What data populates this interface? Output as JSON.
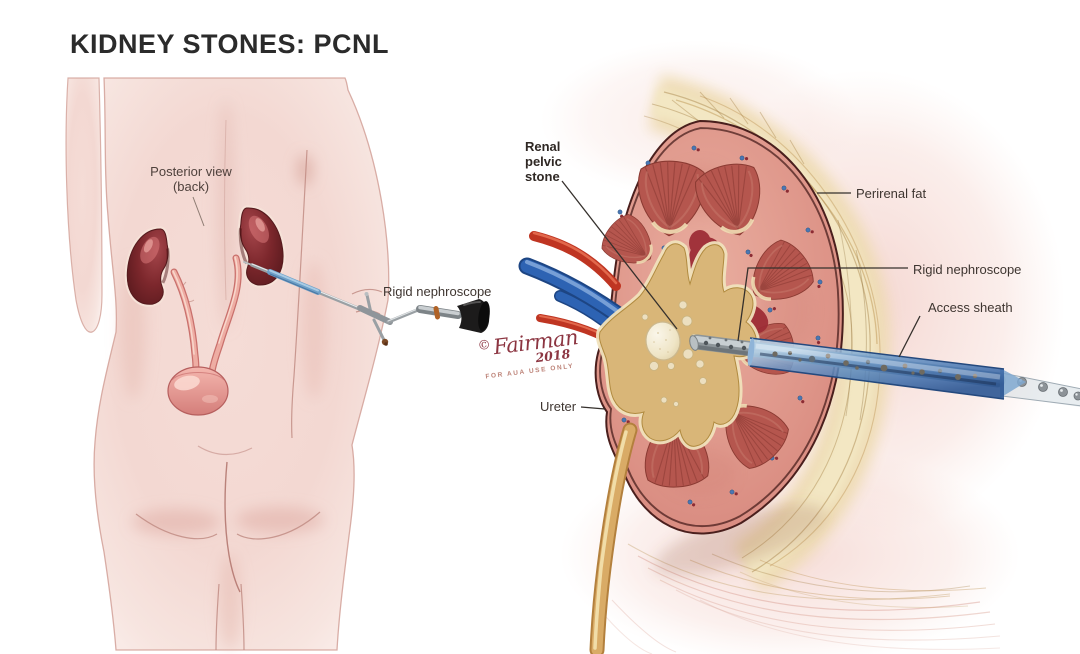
{
  "title": "KIDNEY STONES: PCNL",
  "left_panel": {
    "posterior_view_line1": "Posterior view",
    "posterior_view_line2": "(back)",
    "rigid_nephroscope": "Rigid nephroscope"
  },
  "right_panel": {
    "renal_pelvic_stone_line1": "Renal",
    "renal_pelvic_stone_line2": "pelvic",
    "renal_pelvic_stone_line3": "stone",
    "perirenal_fat": "Perirenal fat",
    "rigid_nephroscope": "Rigid nephroscope",
    "access_sheath": "Access sheath",
    "ureter": "Ureter"
  },
  "signature": {
    "copyright": "©",
    "artist": "Fairman",
    "year": "2018",
    "usage": "FOR AUA USE ONLY"
  },
  "colors": {
    "background": "#ffffff",
    "title_text": "#2b2b2b",
    "label_text": "#3e3530",
    "leader_line": "#35302c",
    "skin": "#f4dcd6",
    "skin_outline": "#c5928a",
    "kidney_dark_red": "#7c272c",
    "cortex_pink": "#e0978c",
    "pyramid_red": "#b5564e",
    "renal_pelvis_tan": "#d9b678",
    "stone_cream": "#f5efdd",
    "artery_red": "#bf3522",
    "vein_blue": "#2d63b3",
    "access_sheath_blue": "#5b8cc4",
    "nephroscope_grey": "#9aa0a4",
    "perirenal_fat_tan": "#eedcb2",
    "signature_maroon": "#8c3541"
  }
}
